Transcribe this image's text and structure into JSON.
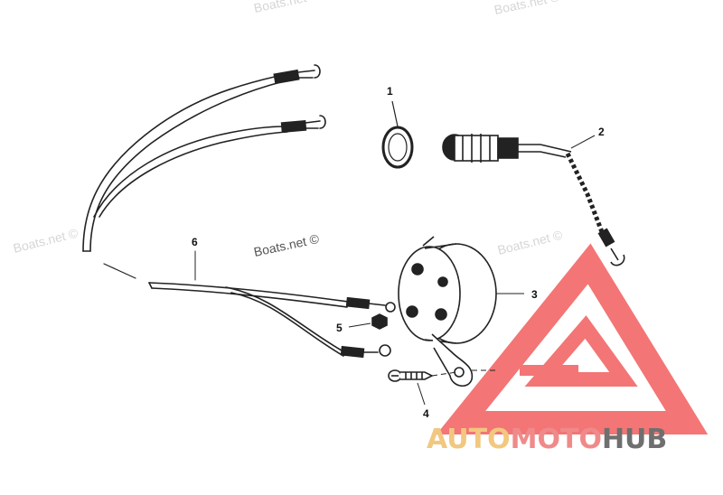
{
  "watermarks": {
    "top_left": "Boats.net ©",
    "top_right": "Boats.net ©",
    "mid_left": "Boats.net ©",
    "mid_center": "Boats.net ©",
    "mid_right": "Boats.net ©"
  },
  "callouts": {
    "c1": "1",
    "c2": "2",
    "c3": "3",
    "c4": "4",
    "c5": "5",
    "c6": "6"
  },
  "logo": {
    "part1": "AUTO",
    "part2": "MOTO",
    "part3": "HUB",
    "color_part1": "#f2c77f",
    "color_part2": "#f08a8a",
    "color_part3": "#6f6f6f",
    "triangle_color": "#f36a6a"
  }
}
